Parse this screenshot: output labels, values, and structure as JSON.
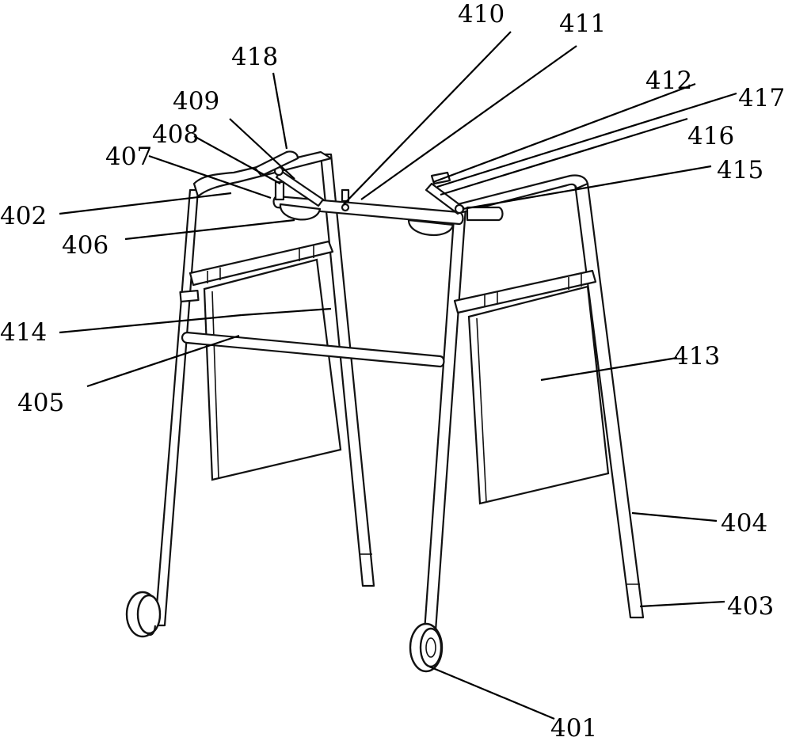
{
  "labels": {
    "l401": "401",
    "l402": "402",
    "l403": "403",
    "l404": "404",
    "l405": "405",
    "l406": "406",
    "l407": "407",
    "l408": "408",
    "l409": "409",
    "l410": "410",
    "l411": "411",
    "l412": "412",
    "l413": "413",
    "l414": "414",
    "l415": "415",
    "l416": "416",
    "l417": "417",
    "l418": "418"
  }
}
